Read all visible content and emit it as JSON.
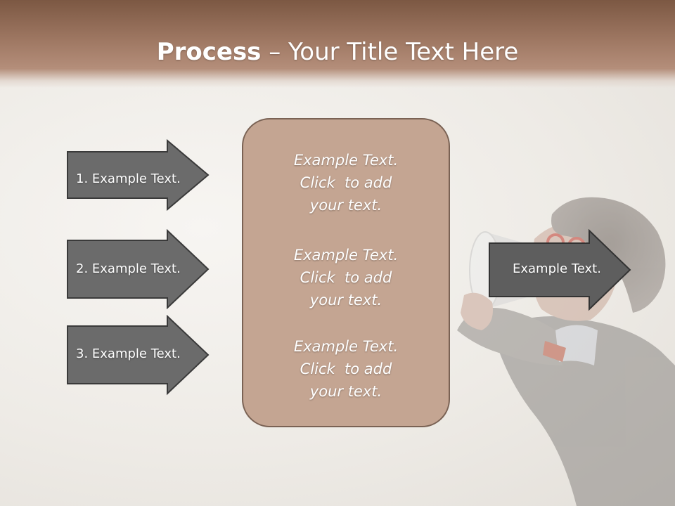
{
  "slide": {
    "title_bold": "Process",
    "title_rest": " – Your Title Text Here"
  },
  "steps": [
    {
      "label": "1. Example Text."
    },
    {
      "label": "2. Example Text."
    },
    {
      "label": "3. Example Text."
    }
  ],
  "center_blocks": [
    {
      "lines": [
        "Example Text.",
        "Click  to add",
        "your text."
      ]
    },
    {
      "lines": [
        "Example Text.",
        "Click  to add",
        "your text."
      ]
    },
    {
      "lines": [
        "Example Text.",
        "Click  to add",
        "your text."
      ]
    }
  ],
  "output": {
    "label": "Example Text."
  },
  "colors": {
    "header": "#9e7762",
    "arrow_fill": "#6b6b6b",
    "arrow_fill_output": "#5e5e5e",
    "center_box": "#c4a592"
  }
}
